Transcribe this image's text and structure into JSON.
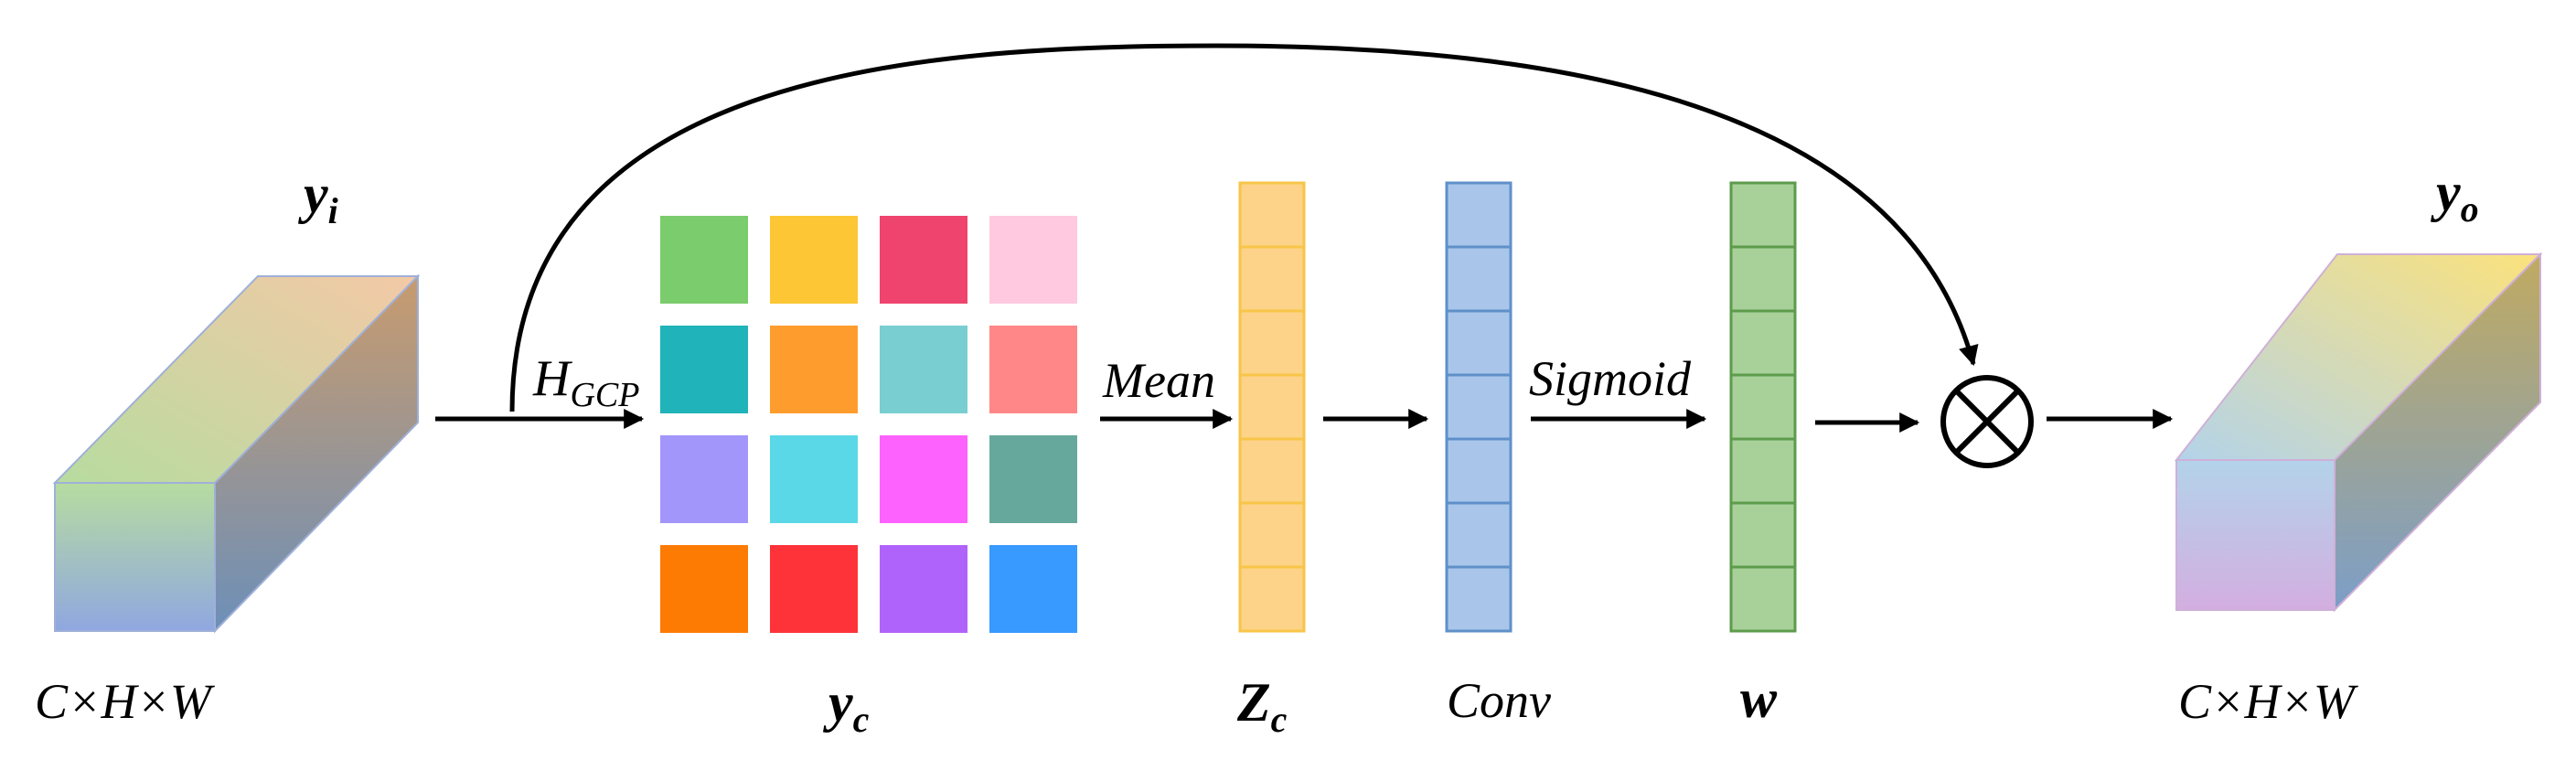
{
  "input": {
    "symbol": "y",
    "subscript": "i",
    "dims": "C×H×W",
    "colors": {
      "top": "#f3c9a6",
      "mid": "#b7dca0",
      "bottom": "#8fa7e0",
      "side_top": "#c89b6e",
      "side_bottom": "#6d8fb8"
    }
  },
  "gcp": {
    "symbol": "H",
    "subscript": "GCP"
  },
  "grid": {
    "symbol": "y",
    "subscript": "c",
    "colors": [
      "#7bcc6c",
      "#fdc634",
      "#ee446e",
      "#ffc9e0",
      "#20b3b9",
      "#fe9d2d",
      "#78ced0",
      "#ff8787",
      "#a296fb",
      "#5bd8e8",
      "#fd62fe",
      "#66a99c",
      "#fe7b03",
      "#fd3339",
      "#b063fa",
      "#3899fe"
    ]
  },
  "mean_label": "Mean",
  "zc": {
    "symbol": "Z",
    "subscript": "c",
    "cells": 7,
    "fill": "#fdd38a",
    "stroke": "#f7c548"
  },
  "conv": {
    "label": "Conv",
    "cells": 7,
    "fill": "#a9c6ea",
    "stroke": "#5f90c9"
  },
  "sigmoid_label": "Sigmoid",
  "w": {
    "symbol": "w",
    "cells": 7,
    "fill": "#a8d19a",
    "stroke": "#5d9b4c"
  },
  "output": {
    "symbol": "y",
    "subscript": "o",
    "dims": "C×H×W",
    "colors": {
      "top": "#fbe27c",
      "mid": "#b3d3ea",
      "bottom": "#d3aee0",
      "side_top": "#c0aa60",
      "side_bottom": "#7c9ec8"
    }
  }
}
